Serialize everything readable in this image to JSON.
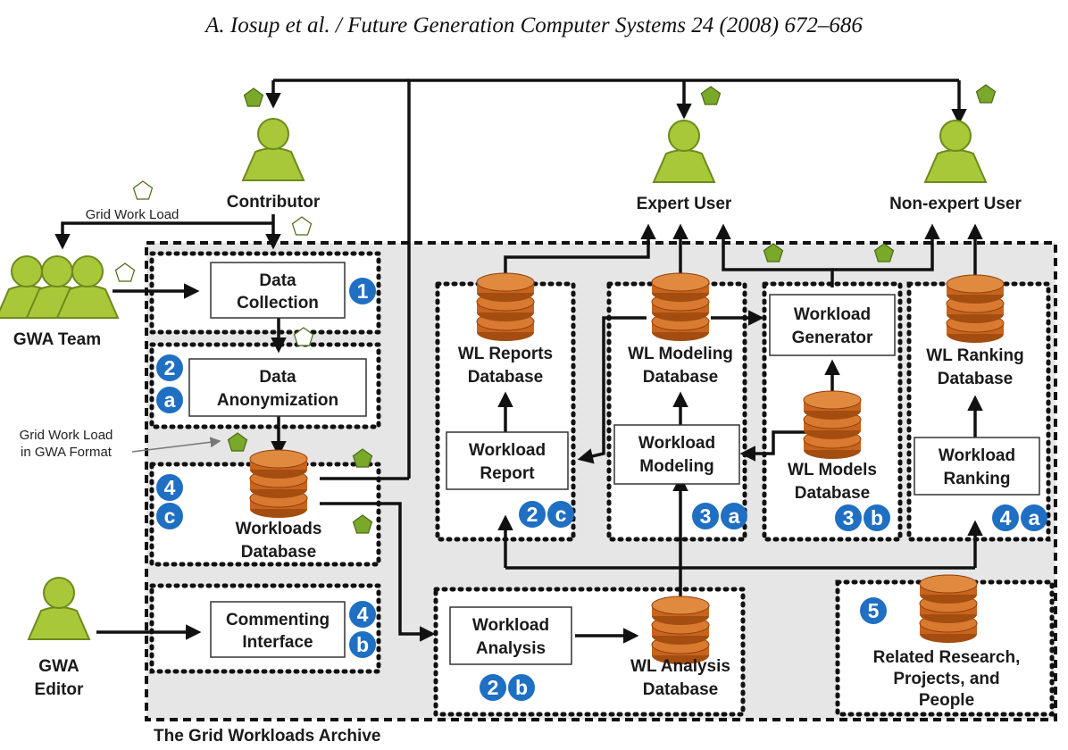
{
  "header": "A. Iosup et al. / Future Generation Computer Systems 24 (2008) 672–686",
  "archive_label": "The Grid Workloads Archive",
  "actors": {
    "contributor": "Contributor",
    "expert_user": "Expert User",
    "non_expert_user": "Non-expert User",
    "gwa_team": "GWA Team",
    "gwa_editor": [
      "GWA",
      "Editor"
    ]
  },
  "annotations": {
    "grid_work_load": "Grid Work Load",
    "grid_work_load_gwa": [
      "Grid Work Load",
      "in GWA Format"
    ]
  },
  "components": {
    "data_collection": [
      "Data",
      "Collection"
    ],
    "data_anonymization": [
      "Data",
      "Anonymization"
    ],
    "workloads_database": [
      "Workloads",
      "Database"
    ],
    "commenting_interface": [
      "Commenting",
      "Interface"
    ],
    "wl_reports_database": [
      "WL Reports",
      "Database"
    ],
    "workload_report": [
      "Workload",
      "Report"
    ],
    "wl_modeling_database": [
      "WL Modeling",
      "Database"
    ],
    "workload_modeling": [
      "Workload",
      "Modeling"
    ],
    "workload_generator": [
      "Workload",
      "Generator"
    ],
    "wl_models_database": [
      "WL Models",
      "Database"
    ],
    "wl_ranking_database": [
      "WL Ranking",
      "Database"
    ],
    "workload_ranking": [
      "Workload",
      "Ranking"
    ],
    "workload_analysis": [
      "Workload",
      "Analysis"
    ],
    "wl_analysis_database": [
      "WL Analysis",
      "Database"
    ],
    "related_research": [
      "Related Research,",
      "Projects, and",
      "People"
    ]
  },
  "badges": {
    "b1": [
      "1"
    ],
    "b2a": [
      "2",
      "a"
    ],
    "b4c": [
      "4",
      "c"
    ],
    "b4b": [
      "4",
      "b"
    ],
    "b2c": [
      "2",
      "c"
    ],
    "b3a": [
      "3",
      "a"
    ],
    "b3b": [
      "3",
      "b"
    ],
    "b4a": [
      "4",
      "a"
    ],
    "b2b": [
      "2",
      "b"
    ],
    "b5": [
      "5"
    ]
  },
  "colors": {
    "person": "#a8c83a",
    "person_stroke": "#6c8a1c",
    "database": "#c8641e",
    "badge": "#1f6fc2",
    "pentagon_filled": "#7aa82a",
    "archive_bg": "#e6e6e6"
  }
}
